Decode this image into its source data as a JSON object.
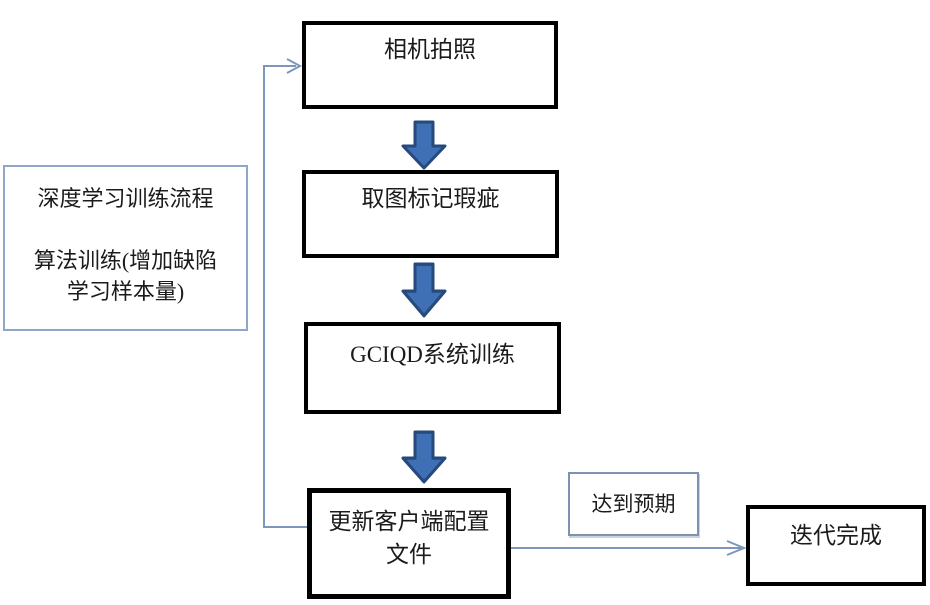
{
  "diagram": {
    "type": "flowchart",
    "language": "zh-CN",
    "description_visible_only": true
  },
  "nodes": {
    "side_note": {
      "lines": [
        "深度学习训练流程",
        "",
        "算法训练(增加缺陷",
        "学习样本量)"
      ]
    },
    "camera": {
      "label": "相机拍照"
    },
    "mark_defects": {
      "label": "取图标记瑕疵"
    },
    "system_training": {
      "label": "GCIQD系统训练"
    },
    "update_config": {
      "lines": [
        "更新客户端配置",
        "文件"
      ]
    },
    "expectation_label": {
      "label": "达到预期"
    },
    "iteration_done": {
      "label": "迭代完成"
    }
  },
  "edges": [
    {
      "from": "camera",
      "to": "mark_defects",
      "style": "block-arrow-down"
    },
    {
      "from": "mark_defects",
      "to": "system_training",
      "style": "block-arrow-down"
    },
    {
      "from": "system_training",
      "to": "update_config",
      "style": "block-arrow-down"
    },
    {
      "from": "update_config",
      "to": "camera",
      "style": "thin-elbow-line-left-up",
      "meaning": "feedback loop"
    },
    {
      "from": "update_config",
      "to": "iteration_done",
      "style": "thin-line-right",
      "label": "达到预期"
    }
  ],
  "colors": {
    "node_border": "#000000",
    "arrow_fill": "#3f6fb5",
    "arrow_outline": "#264a7c",
    "connector_line": "#7d96bd",
    "note_border": "#8fa6c8",
    "label_border": "#7e93b2",
    "text": "#1b1b1b",
    "background": "#ffffff"
  }
}
